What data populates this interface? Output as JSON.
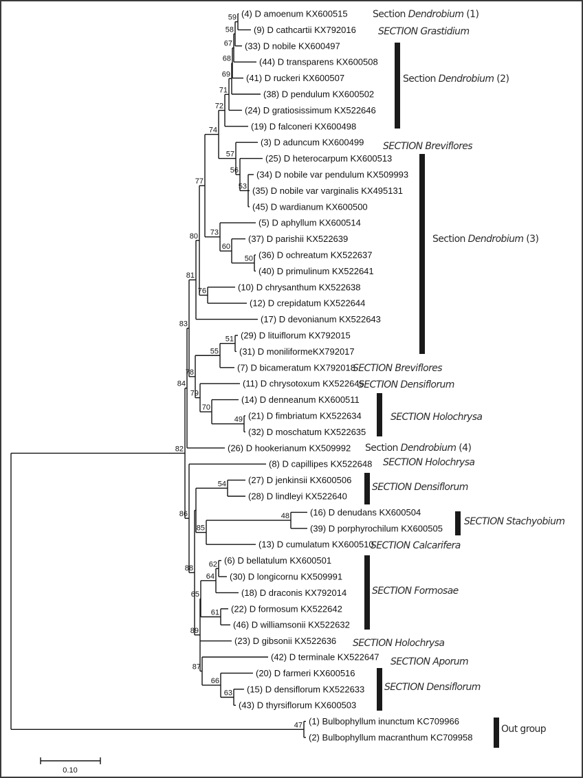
{
  "leaves": [
    "(4) D amoenum KX600515",
    "(9) D cathcartii KX792016",
    "(33) D nobile KX600497",
    "(44) D transparens KX600508",
    "(41) D ruckeri KX600507",
    "(38) D pendulum KX600502",
    "(24) D gratiosissimum KX522646",
    "(19) D falconeri KX600498",
    "(3) D aduncum KX600499",
    "(25) D heterocarpum KX600513",
    "(34) D nobile var pendulum KX509993",
    "(35) D nobile var varginalis KX495131",
    "(45) D wardianum KX600500",
    "(5) D aphyllum KX600514",
    "(37) D parishii KX522639",
    "(36) D ochreatum KX522637",
    "(40) D primulinum KX522641",
    "(10) D chrysanthum KX522638",
    "(12) D crepidatum KX522644",
    "(17) D devonianum KX522643",
    "(29) D lituiflorum KX792015",
    "(31) D moniliformeKX792017",
    "(7) D bicameratum KX792018",
    "(11) D chrysotoxum KX522645",
    "(14) D denneanum KX600511",
    "(21) D fimbriatum KX522634",
    "(32) D moschatum KX522635",
    "(26) D hookerianum KX509992",
    "(8) D capillipes KX522648",
    "(27) D jenkinsii KX600506",
    "(28) D lindleyi KX522640",
    "(16) D denudans KX600504",
    "(39) D porphyrochilum KX600505",
    "(13) D cumulatum KX600510",
    "(6) D bellatulum KX600501",
    "(30) D longicornu KX509991",
    "(18) D draconis KX792014",
    "(22) D formosum KX522642",
    "(46) D williamsonii KX522632",
    "(23) D gibsonii KX522636",
    "(42) D terminale KX522647",
    "(20) D farmeri KX600516",
    "(15) D densiflorum KX522633",
    "(43) D thyrsiflorum KX600503",
    "(1) Bulbophyllum inunctum KC709966",
    "(2) Bulbophyllum macranthum KC709958"
  ],
  "tree": {
    "children": [
      {
        "support": "82",
        "children": [
          {
            "support": "84",
            "children": [
              {
                "support": "83",
                "children": [
                  {
                    "support": "81",
                    "children": [
                      {
                        "support": "80",
                        "children": [
                          {
                            "support": "77",
                            "children": [
                              {
                                "support": "74",
                                "children": [
                                  {
                                    "support": "72",
                                    "children": [
                                      {
                                        "support": "71",
                                        "children": [
                                          {
                                            "support": "69",
                                            "children": [
                                              {
                                                "support": "68",
                                                "children": [
                                                  {
                                                    "support": "67",
                                                    "children": [
                                                      {
                                                        "support": "58",
                                                        "children": [
                                                          {
                                                            "support": "59",
                                                            "children": [
                                                              {
                                                                "leaf": 0
                                                              },
                                                              {
                                                                "leaf": 1
                                                              }
                                                            ]
                                                          },
                                                          {
                                                            "leaf": 2
                                                          }
                                                        ]
                                                      },
                                                      {
                                                        "leaf": 3
                                                      }
                                                    ]
                                                  },
                                                  {
                                                    "leaf": 4
                                                  }
                                                ]
                                              },
                                              {
                                                "leaf": 5
                                              }
                                            ]
                                          },
                                          {
                                            "leaf": 6
                                          }
                                        ]
                                      },
                                      {
                                        "leaf": 7
                                      }
                                    ]
                                  },
                                  {
                                    "support": "57",
                                    "children": [
                                      {
                                        "leaf": 8
                                      },
                                      {
                                        "support": "56",
                                        "children": [
                                          {
                                            "leaf": 9
                                          },
                                          {
                                            "support": "53",
                                            "children": [
                                              {
                                                "leaf": 10
                                              },
                                              {
                                                "leaf": 11
                                              },
                                              {
                                                "leaf": 12
                                              }
                                            ]
                                          }
                                        ]
                                      }
                                    ]
                                  }
                                ]
                              },
                              {
                                "support": "73",
                                "children": [
                                  {
                                    "leaf": 13
                                  },
                                  {
                                    "support": "60",
                                    "children": [
                                      {
                                        "leaf": 14
                                      },
                                      {
                                        "support": "50",
                                        "children": [
                                          {
                                            "leaf": 15
                                          },
                                          {
                                            "leaf": 16
                                          }
                                        ]
                                      }
                                    ]
                                  }
                                ]
                              }
                            ]
                          },
                          {
                            "support": "76",
                            "children": [
                              {
                                "leaf": 17
                              },
                              {
                                "leaf": 18
                              }
                            ]
                          }
                        ]
                      },
                      {
                        "leaf": 19
                      }
                    ]
                  },
                  {
                    "support": "78",
                    "children": [
                      {
                        "support": "55",
                        "children": [
                          {
                            "support": "51",
                            "children": [
                              {
                                "leaf": 20
                              },
                              {
                                "leaf": 21
                              }
                            ]
                          },
                          {
                            "leaf": 22
                          }
                        ]
                      },
                      {
                        "support": "79",
                        "children": [
                          {
                            "leaf": 23
                          },
                          {
                            "support": "70",
                            "children": [
                              {
                                "leaf": 24
                              },
                              {
                                "support": "49",
                                "children": [
                                  {
                                    "leaf": 25
                                  },
                                  {
                                    "leaf": 26
                                  }
                                ]
                              }
                            ]
                          }
                        ]
                      }
                    ]
                  }
                ]
              },
              {
                "leaf": 27
              }
            ]
          },
          {
            "support": "86",
            "children": [
              {
                "leaf": 28
              },
              {
                "support": "88",
                "children": [
                  {
                    "children": [
                      {
                        "support": "54",
                        "children": [
                          {
                            "leaf": 29
                          },
                          {
                            "leaf": 30
                          }
                        ]
                      },
                      {
                        "support": "85",
                        "children": [
                          {
                            "support": "48",
                            "children": [
                              {
                                "leaf": 31
                              },
                              {
                                "leaf": 32
                              }
                            ]
                          },
                          {
                            "leaf": 33
                          }
                        ]
                      }
                    ]
                  },
                  {
                    "support": "89",
                    "children": [
                      {
                        "support": "65",
                        "children": [
                          {
                            "support": "64",
                            "children": [
                              {
                                "support": "62",
                                "children": [
                                  {
                                    "leaf": 34
                                  },
                                  {
                                    "leaf": 35
                                  }
                                ]
                              },
                              {
                                "leaf": 36
                              }
                            ]
                          },
                          {
                            "support": "61",
                            "children": [
                              {
                                "leaf": 37
                              },
                              {
                                "leaf": 38
                              }
                            ]
                          }
                        ]
                      },
                      {
                        "leaf": 39
                      },
                      {
                        "support": "87",
                        "children": [
                          {
                            "leaf": 40
                          },
                          {
                            "support": "66",
                            "children": [
                              {
                                "leaf": 41
                              },
                              {
                                "support": "63",
                                "children": [
                                  {
                                    "leaf": 42
                                  },
                                  {
                                    "leaf": 43
                                  }
                                ]
                              }
                            ]
                          }
                        ]
                      }
                    ]
                  }
                ]
              }
            ]
          }
        ]
      },
      {
        "support": "47",
        "children": [
          {
            "leaf": 44
          },
          {
            "leaf": 45
          }
        ]
      }
    ]
  },
  "sections": [
    {
      "prefix": "Section ",
      "name": "Dendrobium",
      "suffix": " (1)"
    },
    {
      "prefix": "SECTION ",
      "name": "Grastidium",
      "suffix": ""
    },
    {
      "prefix": "Section ",
      "name": "Dendrobium",
      "suffix": " (2)"
    },
    {
      "prefix": "SECTION ",
      "name": "Breviflores",
      "suffix": ""
    },
    {
      "prefix": "Section ",
      "name": "Dendrobium",
      "suffix": " (3)"
    },
    {
      "prefix": "SECTION ",
      "name": "Breviflores",
      "suffix": ""
    },
    {
      "prefix": "SECTION ",
      "name": "Densiflorum",
      "suffix": ""
    },
    {
      "prefix": "SECTION ",
      "name": "Holochrysa",
      "suffix": ""
    },
    {
      "prefix": "Section ",
      "name": "Dendrobium",
      "suffix": " (4)"
    },
    {
      "prefix": "SECTION ",
      "name": "Holochrysa",
      "suffix": ""
    },
    {
      "prefix": "SECTION ",
      "name": "Densiflorum",
      "suffix": ""
    },
    {
      "prefix": "SECTION ",
      "name": "Stachyobium",
      "suffix": ""
    },
    {
      "prefix": "SECTION ",
      "name": "Calcarifera",
      "suffix": ""
    },
    {
      "prefix": "SECTION ",
      "name": "Formosae",
      "suffix": ""
    },
    {
      "prefix": "SECTION ",
      "name": "Holochrysa",
      "suffix": ""
    },
    {
      "prefix": "SECTION ",
      "name": "Aporum",
      "suffix": ""
    },
    {
      "prefix": "SECTION ",
      "name": "Densiflorum",
      "suffix": ""
    },
    {
      "prefix": "",
      "name": "Out group",
      "suffix": ""
    }
  ],
  "scale_bar": {
    "label": "0.10",
    "value": 0.1
  }
}
